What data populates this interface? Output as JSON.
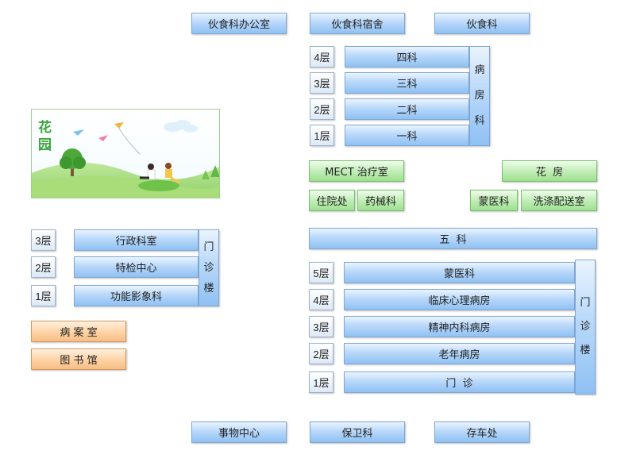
{
  "top_row": {
    "canteen_office": "伙食科办公室",
    "canteen_dorm": "伙食科宿舍",
    "canteen": "伙食科"
  },
  "ward_building": {
    "levels": [
      "4层",
      "3层",
      "2层",
      "1层"
    ],
    "departments": [
      "四科",
      "三科",
      "二科",
      "一科"
    ],
    "side_label": "病房科"
  },
  "garden": {
    "label": "花园"
  },
  "middle_right": {
    "mect": "MECT 治疗室",
    "greenhouse": "花  房",
    "inpatient": "住院处",
    "pharmacy": "药械科",
    "mongolian_medicine": "蒙医科",
    "laundry": "洗涤配送室",
    "fifth_dept": "五  科"
  },
  "outpatient_left": {
    "levels": [
      "3层",
      "2层",
      "1层"
    ],
    "departments": [
      "行政科室",
      "特检中心",
      "功能影象科"
    ],
    "side_label": "门诊楼"
  },
  "records": {
    "medical_records": "病 案 室",
    "library": "图 书 馆"
  },
  "outpatient_right": {
    "levels": [
      "5层",
      "4层",
      "3层",
      "2层",
      "1层"
    ],
    "departments": [
      "蒙医科",
      "临床心理病房",
      "精神内科病房",
      "老年病房",
      "门  诊"
    ],
    "side_label": "门诊楼"
  },
  "bottom_row": {
    "affairs_center": "事物中心",
    "security": "保卫科",
    "parking": "存车处"
  },
  "colors": {
    "blue_box": "#8fc1f3",
    "green_box": "#9ee08f",
    "orange_box": "#f6bd83",
    "garden_text": "#3aa63a"
  }
}
